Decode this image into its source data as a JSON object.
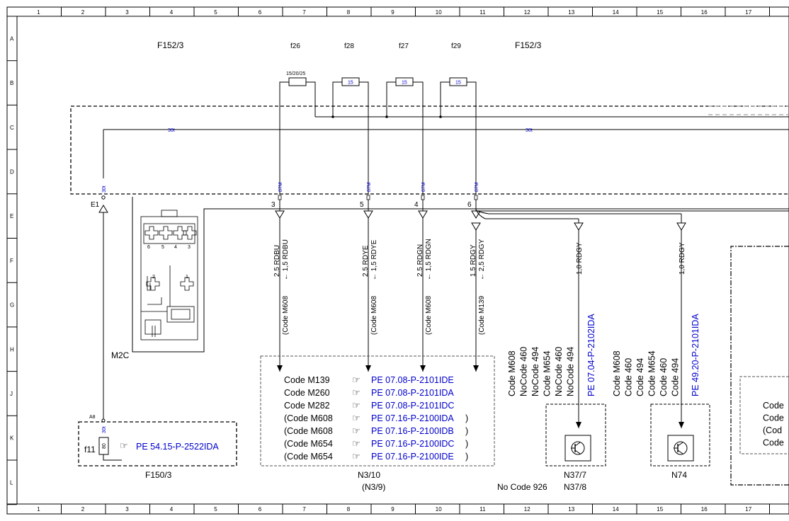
{
  "grid": {
    "columns": [
      "1",
      "2",
      "3",
      "4",
      "5",
      "6",
      "7",
      "8",
      "9",
      "10",
      "11",
      "12",
      "13",
      "14",
      "15",
      "16",
      "17"
    ],
    "rows": [
      "A",
      "B",
      "C",
      "D",
      "E",
      "F",
      "G",
      "H",
      "J",
      "K",
      "L"
    ]
  },
  "components": {
    "fuse_box_left": "F152/3",
    "fuse_box_right": "F152/3",
    "fuses": [
      {
        "name": "f26",
        "rating": "15/20/25"
      },
      {
        "name": "f28",
        "rating": "15"
      },
      {
        "name": "f27",
        "rating": "15"
      },
      {
        "name": "f29",
        "rating": "15"
      }
    ],
    "connector_m2c": "M2C",
    "connector_e1": "E1",
    "connector_a8": "A8",
    "f11": "f11",
    "f150_label": "F150/3",
    "n3_label": "N3/10",
    "n3_alt": "(N3/9)",
    "n37_label": "N37/7",
    "n37_alt": "N37/8",
    "no_code_926": "No Code 926",
    "n74_label": "N74"
  },
  "wires": {
    "bus_30t_left": "30t",
    "bus_30t_right": "30t",
    "pin_30t_e1": "30t",
    "pin_30t_a8": "30t",
    "pin_87m": "87M",
    "pin_numbers": [
      "3",
      "5",
      "4",
      "6"
    ],
    "wire_labels": [
      {
        "main": "2,5 RDBU",
        "alt": "1,5 RDBU",
        "code": "(Code M608"
      },
      {
        "main": "2,5 RDYE",
        "alt": "1,5 RDYE",
        "code": "(Code M608"
      },
      {
        "main": "2,5 RDGN",
        "alt": "1,5 RDGN",
        "code": "(Code M608"
      },
      {
        "main": "1,5 RDGY",
        "alt": "2,5 RDGY",
        "code": "(Code M139"
      }
    ],
    "wire_n37": "1,0 RDGY",
    "wire_n74": "1,0 RDGY",
    "connector_pins": [
      "6",
      "5",
      "4",
      "3",
      "2",
      "1"
    ]
  },
  "references": {
    "f150_ref": "PE 54.15-P-2522IDA",
    "n3_table": [
      {
        "code": "Code M139",
        "ref": "PE 07.08-P-2101IDE",
        "close": ""
      },
      {
        "code": "Code M260",
        "ref": "PE 07.08-P-2101IDA",
        "close": ""
      },
      {
        "code": "Code M282",
        "ref": "PE 07.08-P-2101IDC",
        "close": ""
      },
      {
        "code": "(Code M608",
        "ref": "PE 07.16-P-2100IDA",
        "close": ")"
      },
      {
        "code": "(Code M608",
        "ref": "PE 07.16-P-2100IDB",
        "close": ")"
      },
      {
        "code": "(Code M654",
        "ref": "PE 07.16-P-2100IDC",
        "close": ")"
      },
      {
        "code": "(Code M654",
        "ref": "PE 07.16-P-2100IDE",
        "close": ")"
      }
    ],
    "n37_codes": [
      "Code M608",
      "NoCode 460",
      "NoCode 494",
      "Code M654",
      "NoCode 460",
      "NoCode 494"
    ],
    "n37_ref": "PE 07.04-P-2102IDA",
    "n74_codes": [
      "Code M608",
      "Code 460",
      "Code 494",
      "Code M654",
      "Code 460",
      "Code 494"
    ],
    "n74_ref": "PE 49.20-P-2101IDA",
    "right_box_codes": [
      "Code",
      "Code",
      "(Cod",
      "Code"
    ]
  },
  "icons": {
    "hand": "pointing-hand-icon",
    "transistor": "transistor-icon",
    "ground": "ground-triangle-icon"
  }
}
